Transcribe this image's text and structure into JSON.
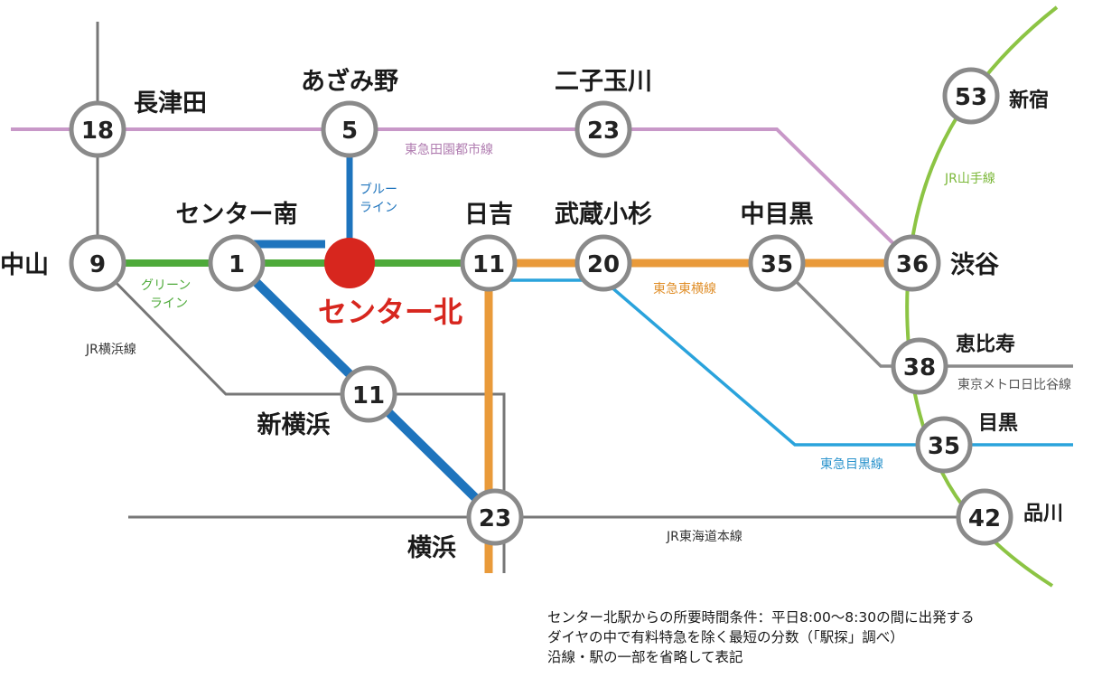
{
  "origin": {
    "name": "センター北",
    "color": "#d7261e"
  },
  "lines": {
    "denentoshi": {
      "label": "東急田園都市線",
      "color": "#c898c8"
    },
    "blue": {
      "label_1": "ブルー",
      "label_2": "ライン",
      "color": "#1e74bd"
    },
    "green": {
      "label_1": "グリーン",
      "label_2": "ライン",
      "color": "#4eaa3a"
    },
    "toyoko": {
      "label": "東急東横線",
      "color": "#e99a3a"
    },
    "meguro": {
      "label": "東急目黒線",
      "color": "#2aa3dc"
    },
    "yamanote": {
      "label": "JR山手線",
      "color": "#8cc444"
    },
    "yokohama_line": {
      "label": "JR横浜線",
      "color": "#777777"
    },
    "tokaido": {
      "label": "JR東海道本線",
      "color": "#777777"
    },
    "hibiya": {
      "label": "東京メトロ日比谷線",
      "color": "#8a8a8a"
    }
  },
  "stations": {
    "nagatsuta": {
      "name": "長津田",
      "minutes": "18"
    },
    "azamino": {
      "name": "あざみ野",
      "minutes": "5"
    },
    "futakotamagawa": {
      "name": "二子玉川",
      "minutes": "23"
    },
    "shinjuku": {
      "name": "新宿",
      "minutes": "53"
    },
    "nakayama": {
      "name": "中山",
      "minutes": "9"
    },
    "center_minami": {
      "name": "センター南",
      "minutes": "1"
    },
    "hiyoshi": {
      "name": "日吉",
      "minutes": "11"
    },
    "musashikosugi": {
      "name": "武蔵小杉",
      "minutes": "20"
    },
    "nakameguro": {
      "name": "中目黒",
      "minutes": "35"
    },
    "shibuya": {
      "name": "渋谷",
      "minutes": "36"
    },
    "ebisu": {
      "name": "恵比寿",
      "minutes": "38"
    },
    "shinyokohama": {
      "name": "新横浜",
      "minutes": "11"
    },
    "meguro": {
      "name": "目黒",
      "minutes": "35"
    },
    "yokohama": {
      "name": "横浜",
      "minutes": "23"
    },
    "shinagawa": {
      "name": "品川",
      "minutes": "42"
    }
  },
  "notes": [
    "センター北駅からの所要時間条件：平日8:00〜8:30の間に出発する",
    "ダイヤの中で有料特急を除く最短の分数（「駅探」調べ）",
    "沿線・駅の一部を省略して表記"
  ]
}
